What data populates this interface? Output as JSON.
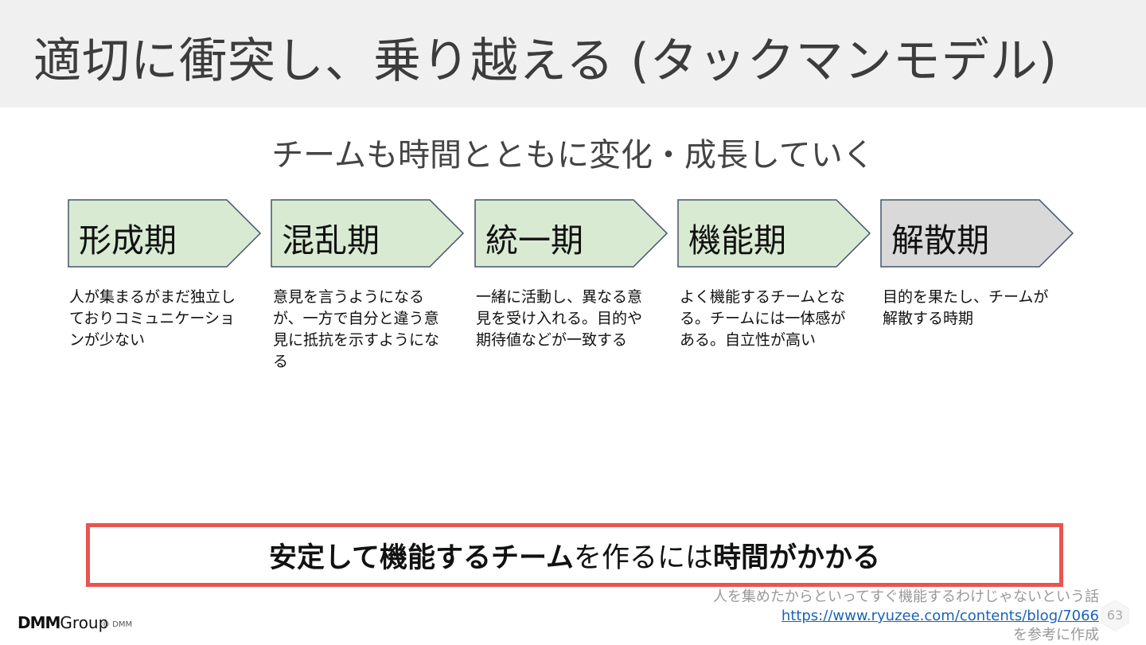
{
  "title": "適切に衝突し、乗り越える (タックマンモデル)",
  "subtitle": "チームも時間とともに変化・成長していく",
  "colors": {
    "active_phase": "#d9ead3",
    "final_phase": "#d9d9d9",
    "outline": "#44546a",
    "callout_border": "#e8554e"
  },
  "phases": [
    {
      "label": "形成期",
      "desc": "人が集まるがまだ独立しておりコミュニケーションが少ない"
    },
    {
      "label": "混乱期",
      "desc": "意見を言うようになるが、一方で自分と違う意見に抵抗を示すようになる"
    },
    {
      "label": "統一期",
      "desc": "一緒に活動し、異なる意見を受け入れる。目的や期待値などが一致する"
    },
    {
      "label": "機能期",
      "desc": "よく機能するチームとなる。チームには一体感がある。自立性が高い"
    },
    {
      "label": "解散期",
      "desc": "目的を果たし、チームが解散する時期"
    }
  ],
  "callout": {
    "part1": "安定して機能するチーム",
    "part2": "を作るには",
    "part3": "時間がかかる"
  },
  "footer": {
    "logo_dmm": "DMM",
    "logo_group": "Group",
    "copyright": "© DMM",
    "ref_line1": "人を集めたからといってすぐ機能するわけじゃないという話",
    "ref_url": "https://www.ryuzee.com/contents/blog/7066",
    "ref_line3": "を参考に作成",
    "page_number": "63"
  }
}
